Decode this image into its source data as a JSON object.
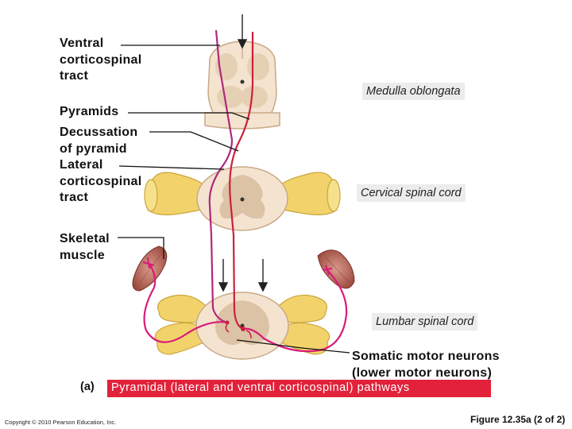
{
  "labels": {
    "ventral_tract": [
      "Ventral",
      "corticospinal",
      "tract"
    ],
    "pyramids": "Pyramids",
    "decussation": [
      "Decussation",
      "of pyramid"
    ],
    "lateral_tract": [
      "Lateral",
      "corticospinal",
      "tract"
    ],
    "skeletal_muscle": [
      "Skeletal",
      "muscle"
    ],
    "somatic_motor": [
      "Somatic motor neurons",
      "(lower motor neurons)"
    ]
  },
  "regions": {
    "medulla": "Medulla oblongata",
    "cervical": "Cervical spinal cord",
    "lumbar": "Lumbar spinal cord"
  },
  "caption": {
    "letter": "(a)",
    "text": "Pyramidal (lateral and ventral corticospinal) pathways"
  },
  "footer": {
    "copyright": "Copyright © 2010 Pearson Education, Inc.",
    "figure": "Figure 12.35a (2 of 2)"
  },
  "colors": {
    "lateral_pathway": "#cc1f3c",
    "ventral_pathway": "#b0287c",
    "motor_neuron": "#d81b78",
    "nerve": "#f2d36b",
    "cord": "#f4e3cf",
    "gray_matter": "#dcc3a6",
    "caption_bg": "#e2223a"
  }
}
